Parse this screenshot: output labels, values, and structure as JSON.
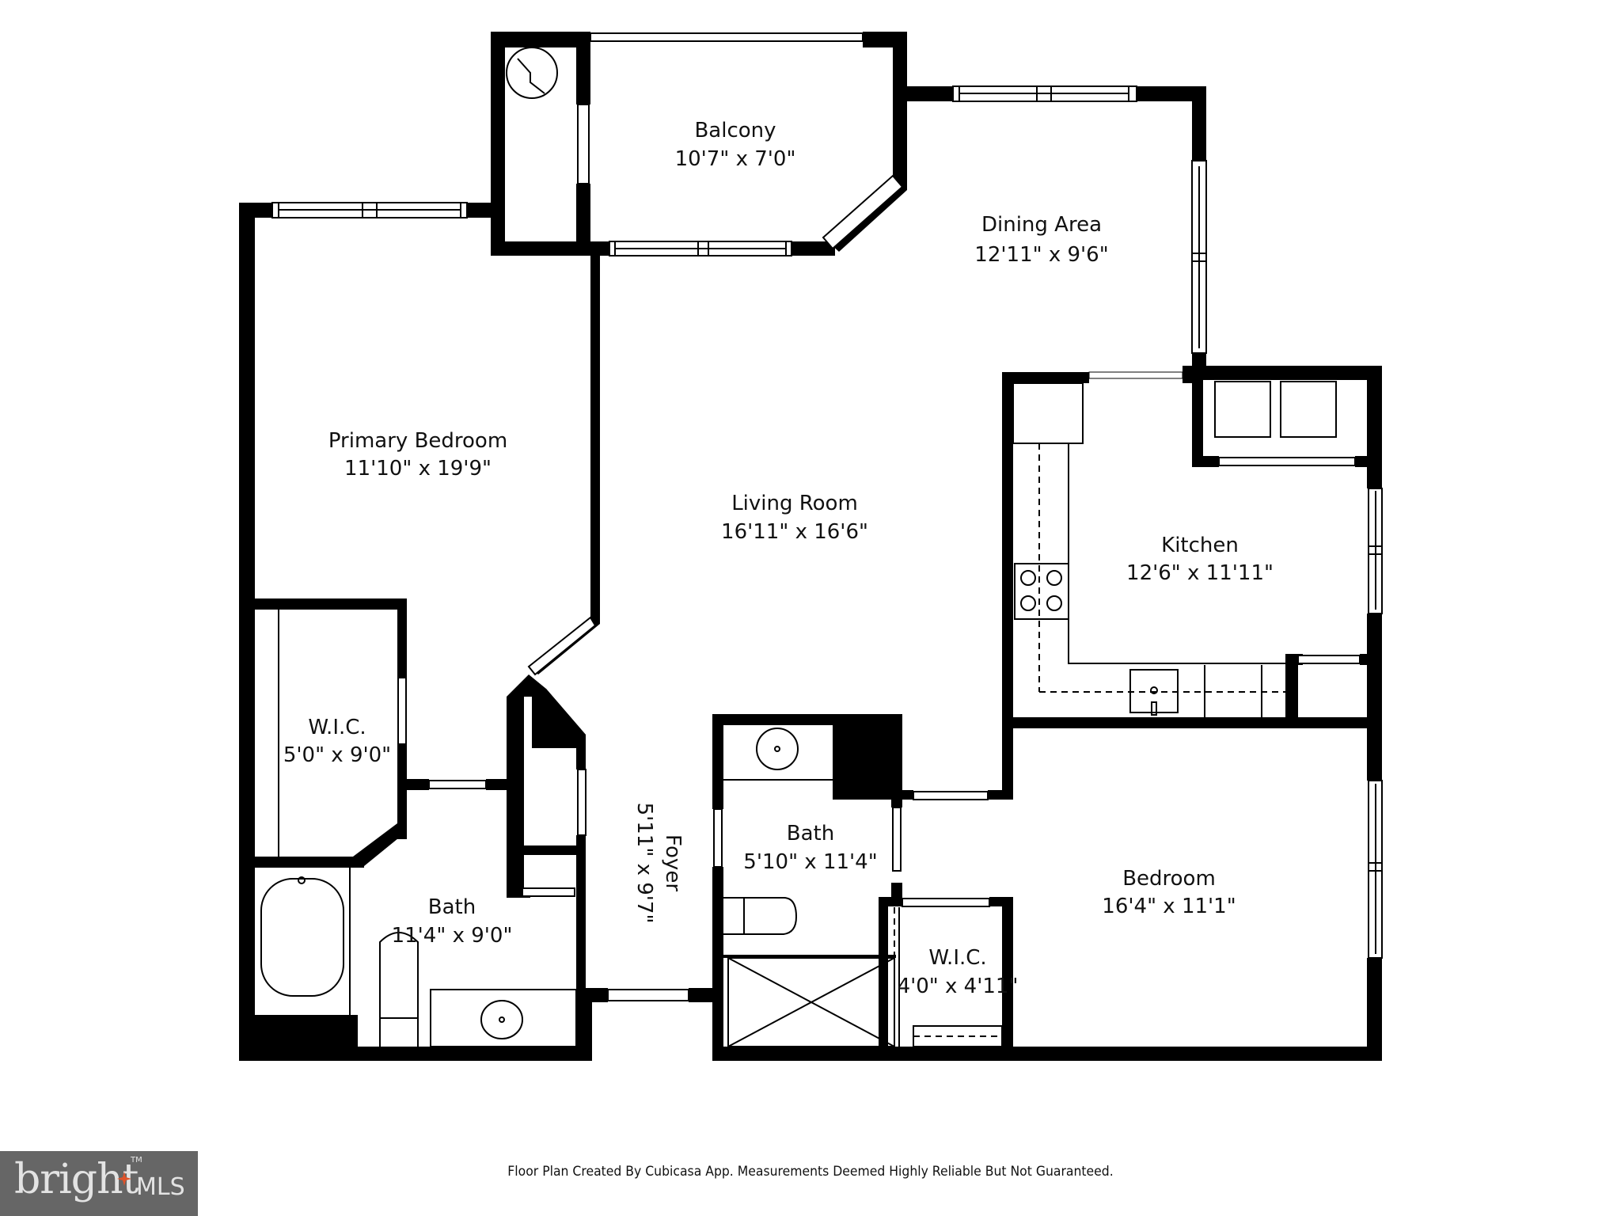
{
  "rooms": {
    "balcony": {
      "name": "Balcony",
      "dims": "10'7\" x 7'0\""
    },
    "dining": {
      "name": "Dining Area",
      "dims": "12'11\" x 9'6\""
    },
    "primary_bedroom": {
      "name": "Primary Bedroom",
      "dims": "11'10\" x 19'9\""
    },
    "living": {
      "name": "Living Room",
      "dims": "16'11\" x 16'6\""
    },
    "kitchen": {
      "name": "Kitchen",
      "dims": "12'6\" x 11'11\""
    },
    "primary_wic": {
      "name": "W.I.C.",
      "dims": "5'0\" x 9'0\""
    },
    "primary_bath": {
      "name": "Bath",
      "dims": "11'4\" x 9'0\""
    },
    "foyer": {
      "name": "Foyer",
      "dims": "5'11\" x 9'7\""
    },
    "bath2": {
      "name": "Bath",
      "dims": "5'10\" x 11'4\""
    },
    "wic2": {
      "name": "W.I.C.",
      "dims": "4'0\" x 4'11\""
    },
    "bedroom": {
      "name": "Bedroom",
      "dims": "16'4\" x 11'1\""
    }
  },
  "footer": {
    "disclaimer": "Floor Plan Created By Cubicasa App. Measurements Deemed Highly Reliable But Not Guaranteed."
  },
  "logo": {
    "brand": "bright",
    "suffix": "MLS",
    "trademark": "TM",
    "background": "#666666",
    "accent": "#e0532a"
  },
  "colors": {
    "wall": "#000000",
    "floor": "#ffffff"
  }
}
